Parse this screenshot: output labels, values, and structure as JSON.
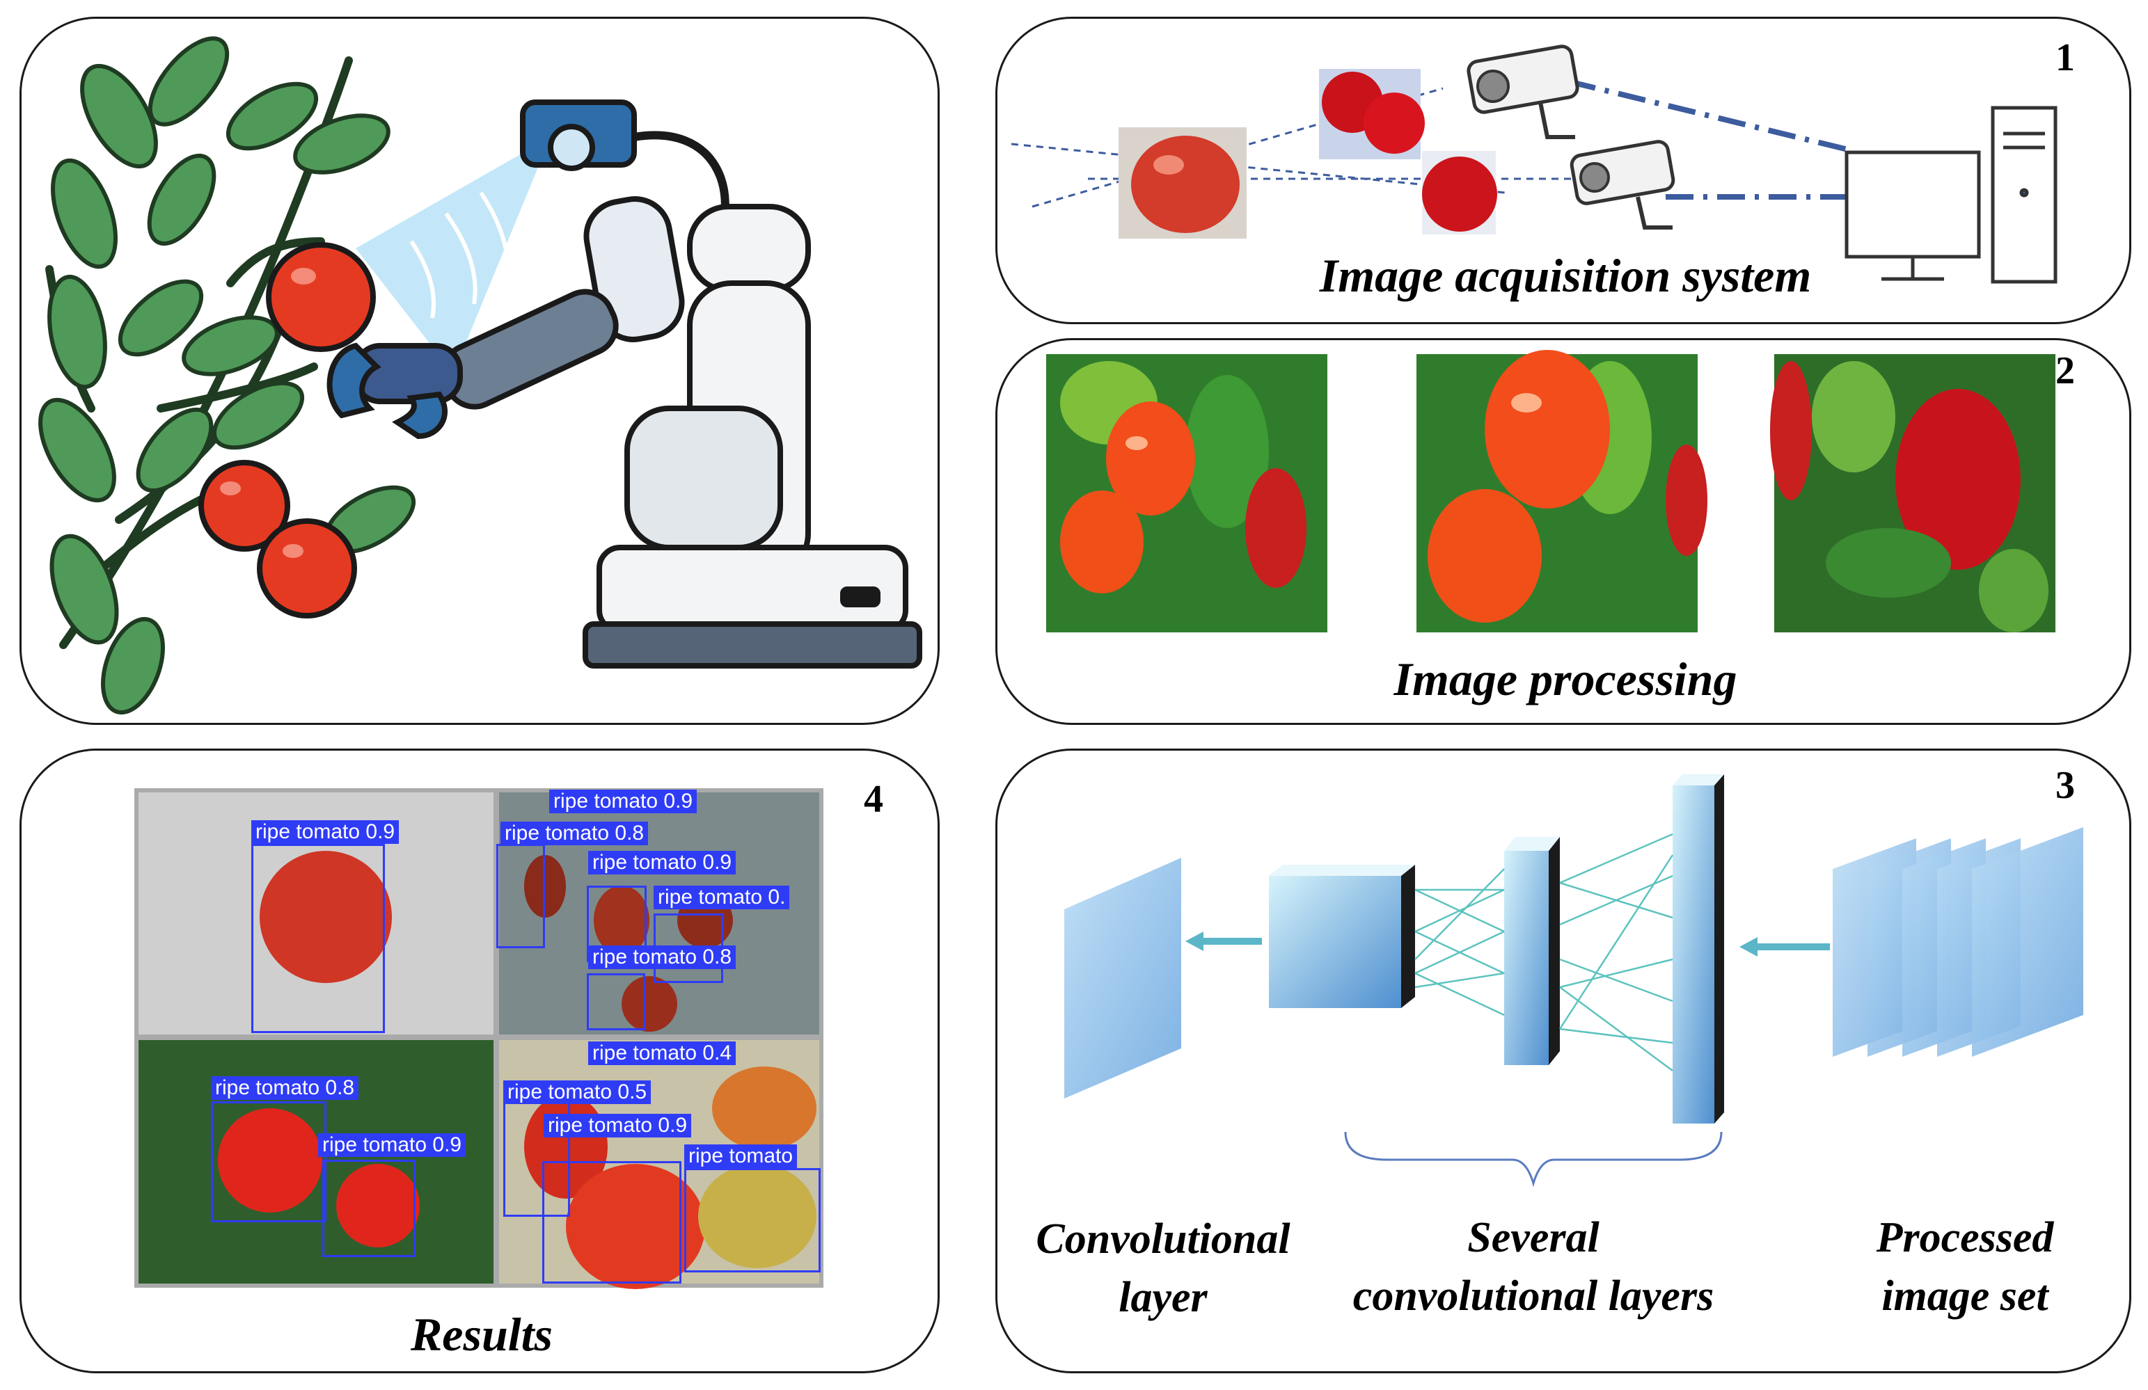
{
  "panels": {
    "robot": {},
    "acquisition": {
      "number": "1",
      "caption": "Image acquisition system"
    },
    "processing": {
      "number": "2",
      "caption": "Image processing"
    },
    "cnn": {
      "number": "3",
      "labels": {
        "convolutional": "Convolutional\nlayer",
        "several": "Several\nconvolutional layers",
        "processed": "Processed\nimage set"
      }
    },
    "results": {
      "number": "4",
      "caption": "Results"
    }
  },
  "detections": [
    {
      "label": "ripe tomato 0.9"
    },
    {
      "label": "ripe tomato 0.9"
    },
    {
      "label": "ripe tomato 0.8"
    },
    {
      "label": "ripe tomato 0.9"
    },
    {
      "label": "ripe tomato 0."
    },
    {
      "label": "ripe tomato 0.8"
    },
    {
      "label": "ripe tomato 0.8"
    },
    {
      "label": "ripe tomato 0.9"
    },
    {
      "label": "ripe tomato 0.4"
    },
    {
      "label": "ripe tomato 0.5"
    },
    {
      "label": "ripe tomato 0.9"
    },
    {
      "label": "ripe tomato"
    }
  ],
  "colors": {
    "border": "#1a1a1a",
    "detection": "#2f3cf5",
    "tomato": "#e53a22",
    "leaf": "#3f8a4a",
    "layer": "#8fd3ea"
  }
}
